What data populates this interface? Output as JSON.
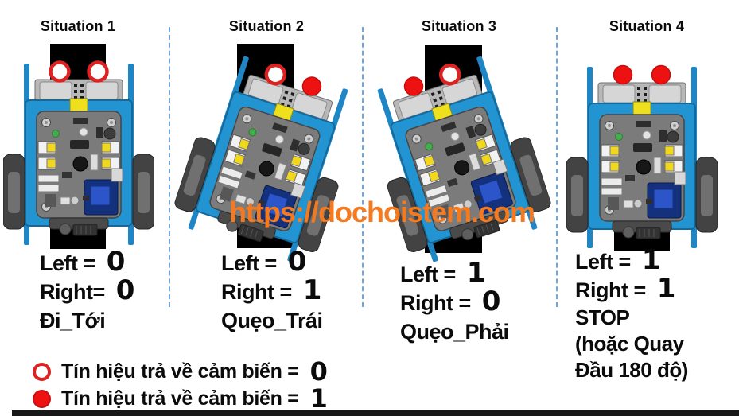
{
  "watermark": {
    "text": "https://dochoistem.com"
  },
  "situations": [
    {
      "title": "Situation 1",
      "left_label": "Left =",
      "left_value": "0",
      "right_label": "Right=",
      "right_value": "0",
      "action_lines": [
        "Đi_Tới"
      ],
      "left_sensor": 0,
      "right_sensor": 0
    },
    {
      "title": "Situation 2",
      "left_label": "Left =",
      "left_value": "0",
      "right_label": "Right =",
      "right_value": "1",
      "action_lines": [
        "Quẹo_Trái"
      ],
      "left_sensor": 0,
      "right_sensor": 1
    },
    {
      "title": "Situation 3",
      "left_label": "Left =",
      "left_value": "1",
      "right_label": "Right =",
      "right_value": "0",
      "action_lines": [
        "Quẹo_Phải"
      ],
      "left_sensor": 1,
      "right_sensor": 0
    },
    {
      "title": "Situation 4",
      "left_label": "Left =",
      "left_value": "1",
      "right_label": "Right =",
      "right_value": "1",
      "action_lines": [
        "STOP",
        "(hoặc Quay",
        "Đầu 180 độ)"
      ],
      "left_sensor": 1,
      "right_sensor": 1
    }
  ],
  "legend": {
    "items": [
      {
        "symbol": "open-circle",
        "label": "Tín hiệu trả về cảm biến =",
        "value": "0"
      },
      {
        "symbol": "filled-circle",
        "label": "Tín hiệu trả về cảm biến =",
        "value": "1"
      }
    ]
  },
  "colors": {
    "watermark_orange": "#F4791F",
    "sensor_red": "#EE1111",
    "sensor_ring_red": "#DD2222",
    "chassis_blue": "#2394D2",
    "divider_blue": "#4A90D9",
    "line_black": "#000000"
  }
}
